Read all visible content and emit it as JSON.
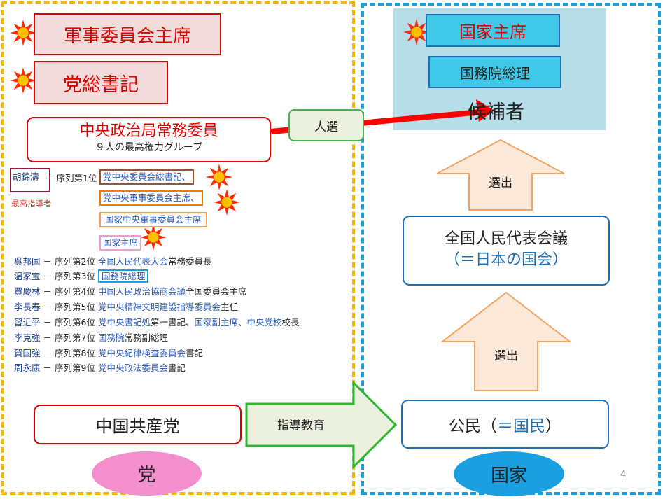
{
  "party": {
    "cmc_chair": "軍事委員会主席",
    "gen_secretary": "党総書記",
    "psc": {
      "title": "中央政治局常務委員",
      "subtitle": "９人の最高権力グループ"
    },
    "top_leader": {
      "name": "胡錦濤",
      "dash": "－",
      "rank": "序列第1位",
      "label": "最高指導者",
      "posts": [
        "党中央委員会総書記、",
        "党中央軍事委員会主席、",
        "国家中央軍事委員会主席",
        "国家主席"
      ]
    },
    "members": [
      {
        "name": "呉邦国",
        "dash": "－",
        "rank": "序列第2位",
        "link": "全国人民代表大会",
        "rest": "常務委員長"
      },
      {
        "name": "温家宝",
        "dash": "－",
        "rank": "序列第3位",
        "link": "国務院総理",
        "rest": ""
      },
      {
        "name": "賈慶林",
        "dash": "－",
        "rank": "序列第4位",
        "link": "中国人民政治協商会議",
        "rest": "全国委員会主席"
      },
      {
        "name": "李長春",
        "dash": "－",
        "rank": "序列第5位",
        "link": "党中央精神文明建設指導委員会",
        "rest": "主任"
      },
      {
        "name": "習近平",
        "dash": "－",
        "rank": "序列第6位",
        "link": "党中央書記処",
        "rest": "第一書記、",
        "link2": "国家副主席",
        "rest2": "、",
        "link3": "中央党校",
        "rest3": "校長"
      },
      {
        "name": "李克強",
        "dash": "－",
        "rank": "序列第7位",
        "link": "国務院",
        "rest": "常務副総理"
      },
      {
        "name": "賀国強",
        "dash": "－",
        "rank": "序列第8位",
        "link": "党中央紀律検査委員会",
        "rest": "書記"
      },
      {
        "name": "周永康",
        "dash": "－",
        "rank": "序列第9位",
        "link": "党中央政法委員会",
        "rest": "書記"
      }
    ],
    "ccp": "中国共産党",
    "guidance": "指導教育",
    "badge": "党"
  },
  "state": {
    "president": "国家主席",
    "premier": "国務院総理",
    "candidate": "候補者",
    "selection": "人選",
    "elect1": "選出",
    "npc": {
      "line1": "全国人民代表会議",
      "line2": "（＝日本の国会）"
    },
    "elect2": "選出",
    "citizens": {
      "a": "公民（",
      "b": "＝国民",
      "c": "）"
    },
    "badge": "国家"
  },
  "page_number": "4",
  "colors": {
    "party_frame": "#f5b800",
    "state_frame": "#1aa0e0",
    "red": "#e00000",
    "navy": "#1f6fb5",
    "arrow_orange": "#fde9d9",
    "arrow_green": "#ebf1de"
  }
}
